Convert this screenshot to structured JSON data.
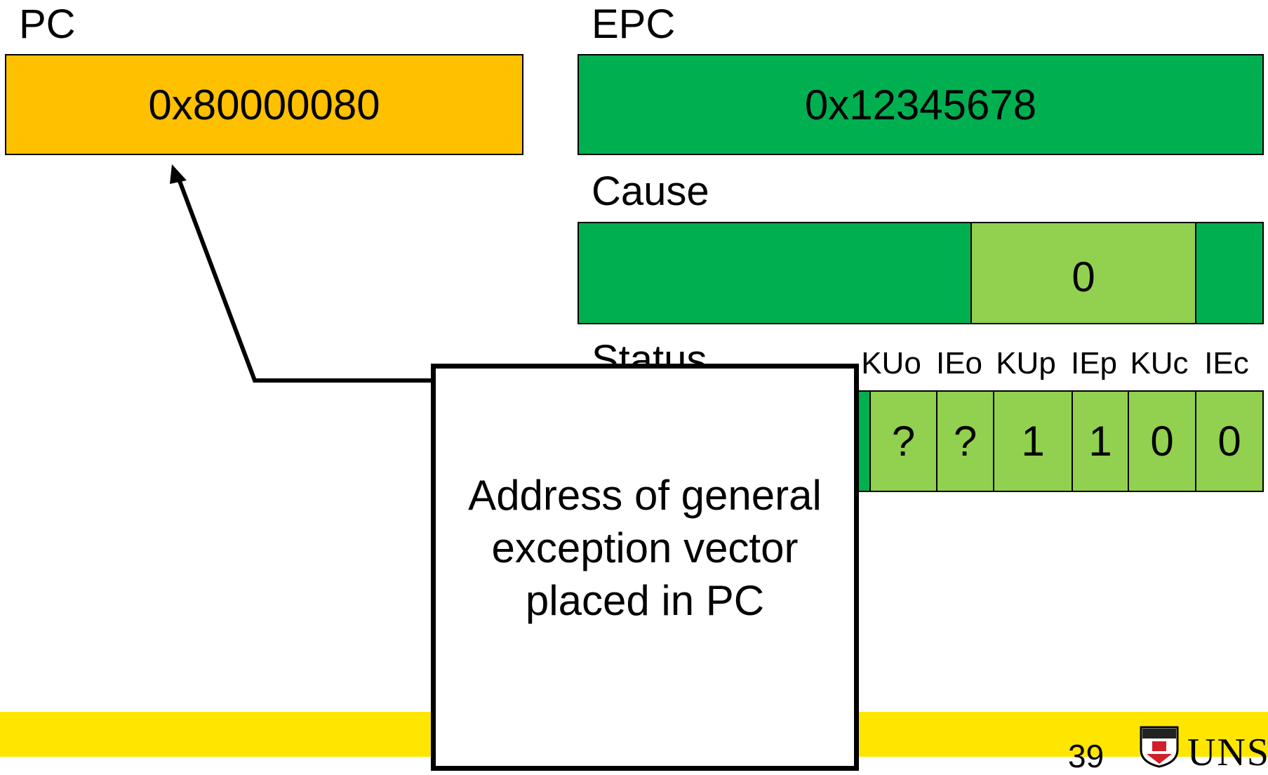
{
  "pc": {
    "label": "PC",
    "value": "0x80000080",
    "color": "#FFC000"
  },
  "epc": {
    "label": "EPC",
    "value": "0x12345678",
    "color": "#00B050"
  },
  "cause": {
    "label": "Cause",
    "exccode": "0",
    "color_dark": "#00B050",
    "color_light": "#92D050"
  },
  "status": {
    "label": "Status",
    "bits": [
      {
        "name": "KUo",
        "value": "?"
      },
      {
        "name": "IEo",
        "value": "?"
      },
      {
        "name": "KUp",
        "value": "1"
      },
      {
        "name": "IEp",
        "value": "1"
      },
      {
        "name": "KUc",
        "value": "0"
      },
      {
        "name": "IEc",
        "value": "0"
      }
    ]
  },
  "callout": {
    "text": "Address of general exception vector placed in PC"
  },
  "footer": {
    "page_number": "39",
    "logo_text": "UNSW",
    "color": "#FFE600"
  }
}
